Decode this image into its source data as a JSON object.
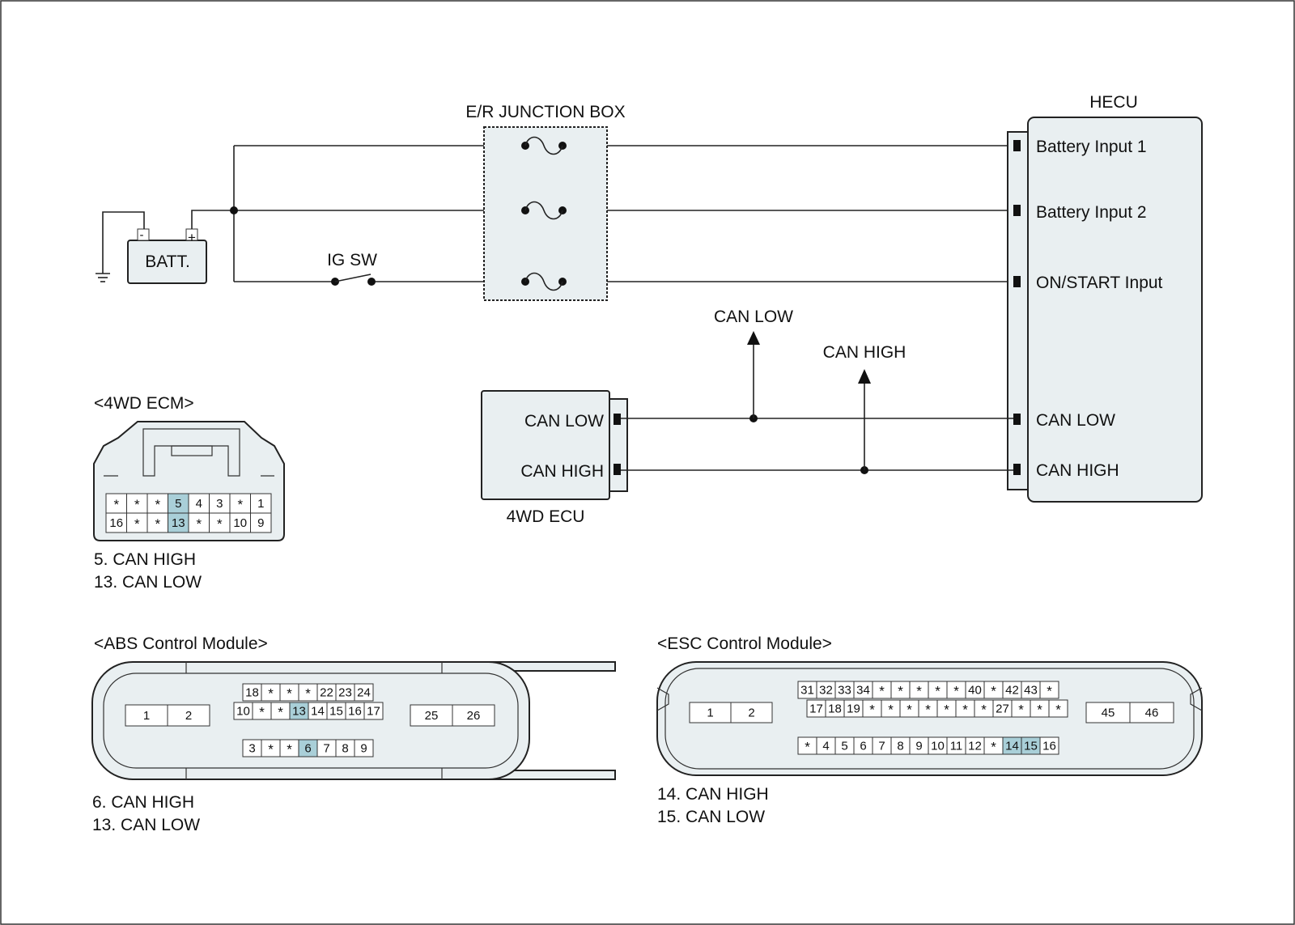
{
  "labels": {
    "junction_box": "E/R JUNCTION BOX",
    "hecu": "HECU",
    "battery": "BATT.",
    "ig_sw": "IG SW",
    "hecu_pin_batt1": "Battery Input 1",
    "hecu_pin_batt2": "Battery Input 2",
    "hecu_pin_on_start": "ON/START Input",
    "hecu_pin_can_low": "CAN LOW",
    "hecu_pin_can_high": "CAN HIGH",
    "ecu_pin_can_low": "CAN LOW",
    "ecu_pin_can_high": "CAN HIGH",
    "ecu_name": "4WD ECU",
    "arrow_can_low": "CAN LOW",
    "arrow_can_high": "CAN HIGH",
    "battery_minus": "-",
    "battery_plus": "+"
  },
  "connectors": {
    "ecm": {
      "title": "<4WD ECM>",
      "row1": [
        "*",
        "*",
        "*",
        "5",
        "4",
        "3",
        "*",
        "1"
      ],
      "row2": [
        "16",
        "*",
        "*",
        "13",
        "*",
        "*",
        "10",
        "9"
      ],
      "highlight": [
        "5",
        "13"
      ],
      "notes": [
        "5. CAN HIGH",
        "13. CAN LOW"
      ]
    },
    "abs": {
      "title": "<ABS Control Module>",
      "left": [
        "1",
        "2"
      ],
      "right": [
        "25",
        "26"
      ],
      "row1": [
        "18",
        "*",
        "*",
        "*",
        "22",
        "23",
        "24"
      ],
      "row2": [
        "10",
        "*",
        "*",
        "13",
        "14",
        "15",
        "16",
        "17"
      ],
      "row3": [
        "3",
        "*",
        "*",
        "6",
        "7",
        "8",
        "9"
      ],
      "highlight": [
        "6",
        "13"
      ],
      "notes": [
        "6. CAN HIGH",
        "13. CAN LOW"
      ]
    },
    "esc": {
      "title": "<ESC Control Module>",
      "left": [
        "1",
        "2"
      ],
      "right": [
        "45",
        "46"
      ],
      "row1": [
        "31",
        "32",
        "33",
        "34",
        "*",
        "*",
        "*",
        "*",
        "*",
        "40",
        "*",
        "42",
        "43",
        "*"
      ],
      "row2": [
        "17",
        "18",
        "19",
        "*",
        "*",
        "*",
        "*",
        "*",
        "*",
        "*",
        "27",
        "*",
        "*",
        "*"
      ],
      "row3": [
        "*",
        "4",
        "5",
        "6",
        "7",
        "8",
        "9",
        "10",
        "11",
        "12",
        "*",
        "14",
        "15",
        "16"
      ],
      "highlight": [
        "14",
        "15"
      ],
      "notes": [
        "14. CAN HIGH",
        "15. CAN LOW"
      ]
    }
  },
  "colors": {
    "module_fill": "#e9eff1",
    "pin_highlight": "#a9cfd8",
    "wire": "#222222"
  }
}
